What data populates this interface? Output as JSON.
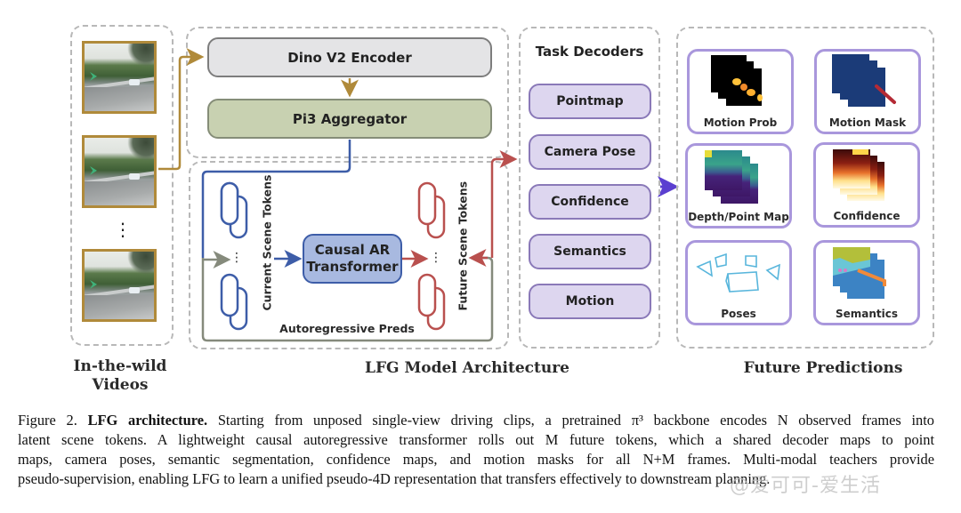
{
  "sections": {
    "inputs": {
      "title_line1": "In-the-wild",
      "title_line2": "Videos",
      "ellipsis": "⋮",
      "frame_count_shown": 3
    },
    "architecture": {
      "title": "LFG Model Architecture",
      "encoder": "Dino V2 Encoder",
      "aggregator": "Pi3 Aggregator",
      "current_tokens_label": "Current Scene Tokens",
      "future_tokens_label": "Future Scene Tokens",
      "transformer_line1": "Causal AR",
      "transformer_line2": "Transformer",
      "loop_label": "Autoregressive Preds",
      "token_ellipsis": "⋮"
    },
    "decoders": {
      "title": "Task Decoders",
      "items": [
        "Pointmap",
        "Camera Pose",
        "Confidence",
        "Semantics",
        "Motion"
      ]
    },
    "predictions": {
      "title": "Future Predictions",
      "cards": [
        {
          "label": "Motion Prob",
          "icon": "motion-prob-heatmap"
        },
        {
          "label": "Motion Mask",
          "icon": "motion-mask-map"
        },
        {
          "label": "Depth/Point Map",
          "icon": "depth-map"
        },
        {
          "label": "Confidence",
          "icon": "confidence-map"
        },
        {
          "label": "Poses",
          "icon": "camera-poses"
        },
        {
          "label": "Semantics",
          "icon": "semantic-map"
        }
      ]
    }
  },
  "colors": {
    "input_arrow": "#b08a3a",
    "current_tokens": "#3d5da8",
    "future_tokens": "#b9504e",
    "loop": "#858a7c",
    "decoder_arrow": "#5b3fd0",
    "card_border": "#a997dc"
  },
  "caption": {
    "fig": "Figure 2.",
    "bold": "LFG architecture.",
    "line1_rest": "Starting from unposed single-view driving clips, a pretrained π³ backbone encodes N observed frames into",
    "line2": "latent scene tokens.  A lightweight causal autoregressive transformer rolls out M future tokens, which a shared decoder maps to point",
    "line3": "maps, camera poses, semantic segmentation, confidence maps, and motion masks for all N+M frames.  Multi-modal teachers provide",
    "line4": "pseudo-supervision, enabling LFG to learn a unified pseudo-4D representation that transfers effectively to downstream planning."
  },
  "watermark": "@爱可可-爱生活"
}
